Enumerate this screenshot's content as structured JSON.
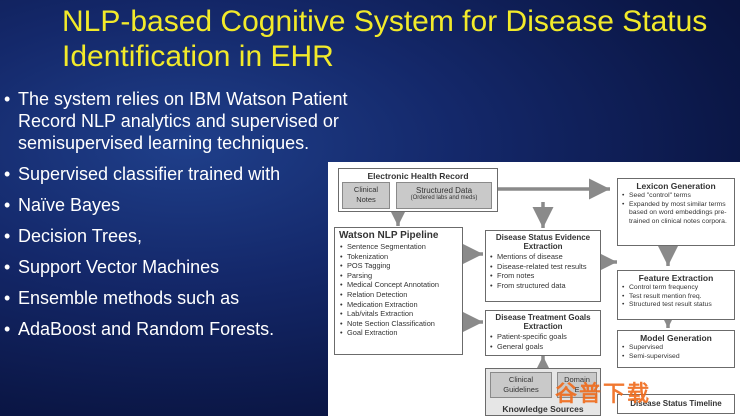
{
  "title": "NLP-based Cognitive System for Disease Status Identification in EHR",
  "bullets": [
    "The system relies on IBM Watson Patient Record NLP analytics and supervised or semisupervised learning techniques.",
    "Supervised classifier trained with",
    "Naïve Bayes",
    "Decision Trees,",
    "Support Vector Machines",
    "Ensemble methods such as",
    "AdaBoost and Random Forests."
  ],
  "diagram": {
    "ehr": {
      "title": "Electronic Health Record",
      "clinical": "Clinical\nNotes",
      "structured_title": "Structured Data",
      "structured_sub": "(Ordered labs and meds)"
    },
    "watson": {
      "title": "Watson NLP Pipeline",
      "items": [
        "Sentence Segmentation",
        "Tokenization",
        "POS Tagging",
        "Parsing",
        "Medical Concept Annotation",
        "Relation Detection",
        "Medication Extraction",
        "Lab/vitals Extraction",
        "Note Section Classification",
        "Goal Extraction"
      ]
    },
    "evidence": {
      "title": "Disease Status Evidence Extraction",
      "items": [
        "Mentions of disease",
        "Disease-related test results",
        "From notes",
        "From structured data"
      ]
    },
    "treatment": {
      "title": "Disease Treatment Goals Extraction",
      "items": [
        "Patient-specific goals",
        "General goals"
      ]
    },
    "knowledge": {
      "clinical": "Clinical\nGuidelines",
      "domain": "Domain\nE",
      "label": "Knowledge Sources"
    },
    "lexicon": {
      "title": "Lexicon Generation",
      "items": [
        "Seed \"control\" terms",
        "Expanded by most similar terms based on word embeddings pre-trained on clinical notes corpora."
      ]
    },
    "feature": {
      "title": "Feature Extraction",
      "items": [
        "Control term frequency",
        "Test result mention freq.",
        "Structured test result status"
      ]
    },
    "model": {
      "title": "Model Generation",
      "items": [
        "Supervised",
        "Semi-supervised"
      ]
    },
    "timeline": "Disease Status Timeline"
  },
  "watermark": "谷普下载"
}
